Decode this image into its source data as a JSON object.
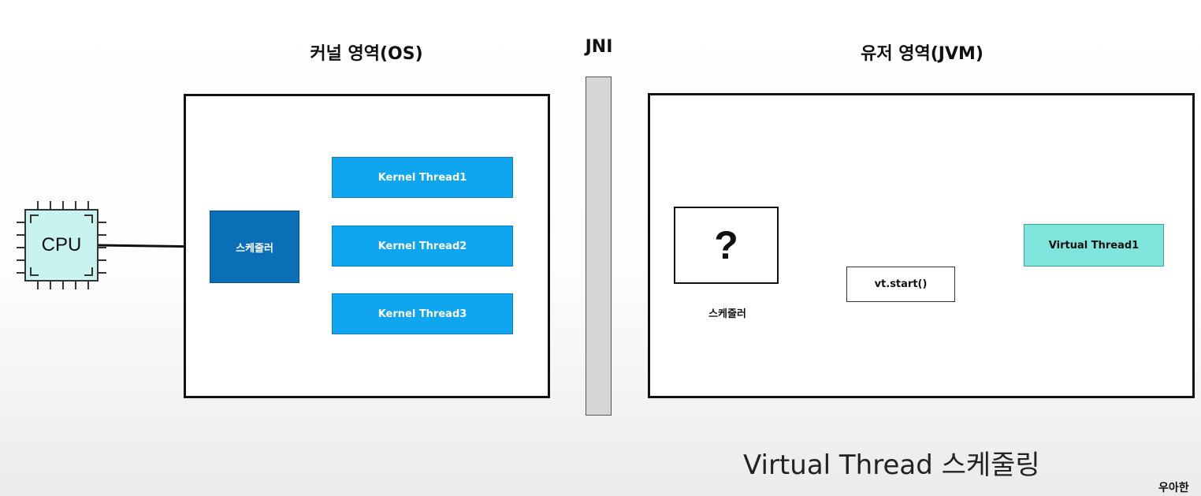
{
  "headings": {
    "kernel": "커널 영역(OS)",
    "jni": "JNI",
    "user": "유저 영역(JVM)"
  },
  "cpu": {
    "label": "CPU",
    "icon": "cpu-chip-icon"
  },
  "kernel_area": {
    "scheduler_label": "스케줄러",
    "threads": [
      "Kernel Thread1",
      "Kernel Thread2",
      "Kernel Thread3"
    ]
  },
  "user_area": {
    "unknown_scheduler_symbol": "?",
    "scheduler_label": "스케줄러",
    "call_label": "vt.start()",
    "virtual_thread_label": "Virtual Thread1"
  },
  "caption": "Virtual Thread 스케줄링",
  "watermark": "우아한",
  "colors": {
    "kernel_thread": "#0fa6ef",
    "kernel_scheduler": "#0b6fb8",
    "virtual_thread": "#7fe5dc",
    "cpu": "#c8f3ee",
    "jni_bar": "#d6d6d6"
  }
}
